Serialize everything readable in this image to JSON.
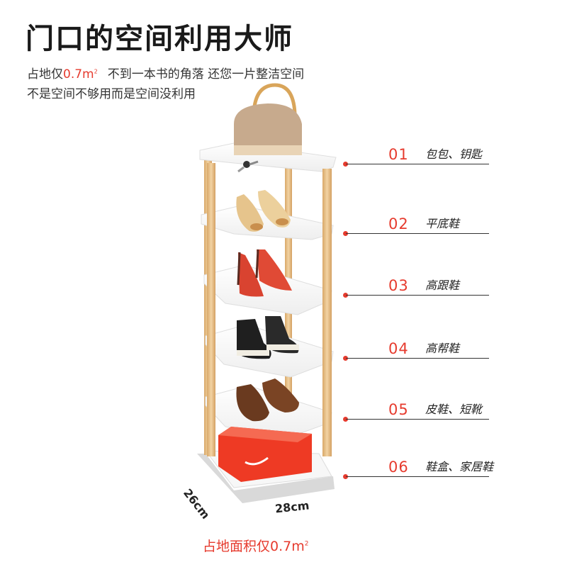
{
  "header": {
    "title": "门口的空间利用大师",
    "line1_prefix": "占地仅",
    "line1_accent": "0.7m",
    "line1_sup": "2",
    "line1_rest": "不到一本书的角落 还您一片整洁空间",
    "line2": "不是空间不够用而是空间没利用"
  },
  "callouts": [
    {
      "num": "01",
      "label": "包包、钥匙"
    },
    {
      "num": "02",
      "label": "平底鞋"
    },
    {
      "num": "03",
      "label": "高跟鞋"
    },
    {
      "num": "04",
      "label": "高帮鞋"
    },
    {
      "num": "05",
      "label": "皮鞋、短靴"
    },
    {
      "num": "06",
      "label": "鞋盒、家居鞋"
    }
  ],
  "dimensions": {
    "depth": "26cm",
    "width": "28cm"
  },
  "footer": {
    "text": "占地面积仅0.7m",
    "sup": "2"
  },
  "colors": {
    "accent": "#e63b2e",
    "wood": "#e8c390",
    "shelf": "#ffffff",
    "box": "#ee3a24"
  }
}
